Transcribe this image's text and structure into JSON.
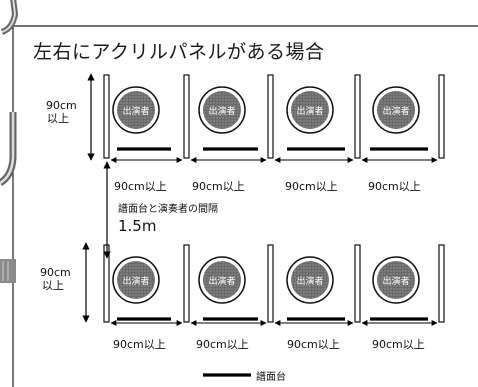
{
  "title": "左右にアクリルパネルがある場合",
  "performer_label": "出演者",
  "rows": [
    {
      "seats": 4,
      "height_label": [
        "90cm",
        "以上"
      ],
      "width_labels": [
        "90cm以上",
        "90cm以上",
        "90cm以上",
        "90cm以上"
      ]
    },
    {
      "seats": 4,
      "height_label": [
        "90cm",
        "以上"
      ],
      "width_labels": [
        "90cm以上",
        "90cm以上",
        "90cm以上",
        "90cm以上"
      ]
    }
  ],
  "row_gap": {
    "label": "譜面台と演奏者の間隔",
    "value": "1.5m"
  },
  "legend": {
    "label": "譜面台"
  }
}
